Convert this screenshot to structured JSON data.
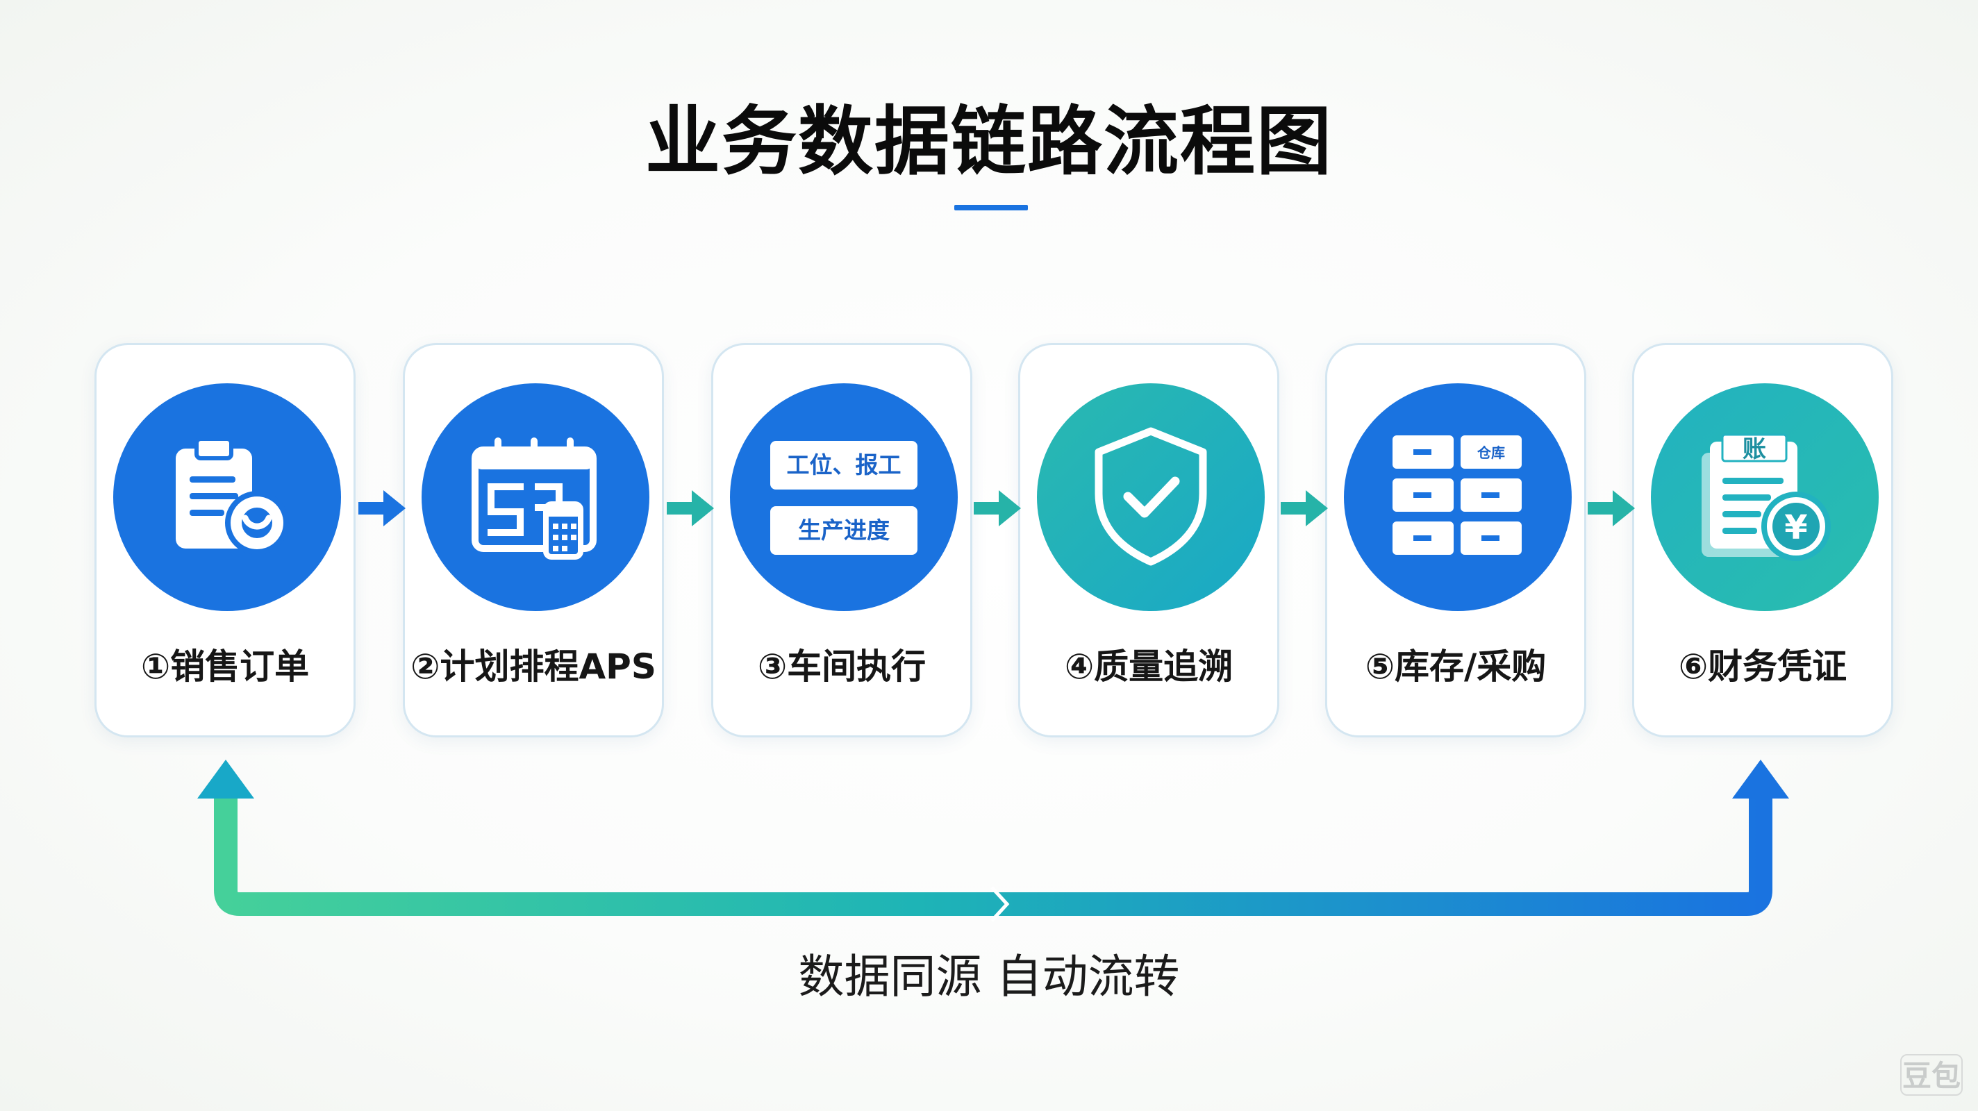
{
  "title": "业务数据链路流程图",
  "colors": {
    "accent_blue": "#1a73e0",
    "teal": "#1aaeb4",
    "green": "#45d09a",
    "card_border": "#d4e6f1"
  },
  "steps": [
    {
      "label": "①销售订单",
      "icon": "clipboard-icon",
      "icon_text": []
    },
    {
      "label": "②计划排程APS",
      "icon": "calendar-schedule-icon",
      "icon_text": []
    },
    {
      "label": "③车间执行",
      "icon": "work-report-icon",
      "icon_text": [
        "工位、报工",
        "生产进度"
      ]
    },
    {
      "label": "④质量追溯",
      "icon": "shield-check-icon",
      "icon_text": []
    },
    {
      "label": "⑤库存/采购",
      "icon": "warehouse-grid-icon",
      "icon_text": [
        "仓库"
      ]
    },
    {
      "label": "⑥财务凭证",
      "icon": "ledger-yuan-icon",
      "icon_text": [
        "账",
        "¥"
      ]
    }
  ],
  "loop_caption": "数据同源 自动流转",
  "watermark": "豆包"
}
